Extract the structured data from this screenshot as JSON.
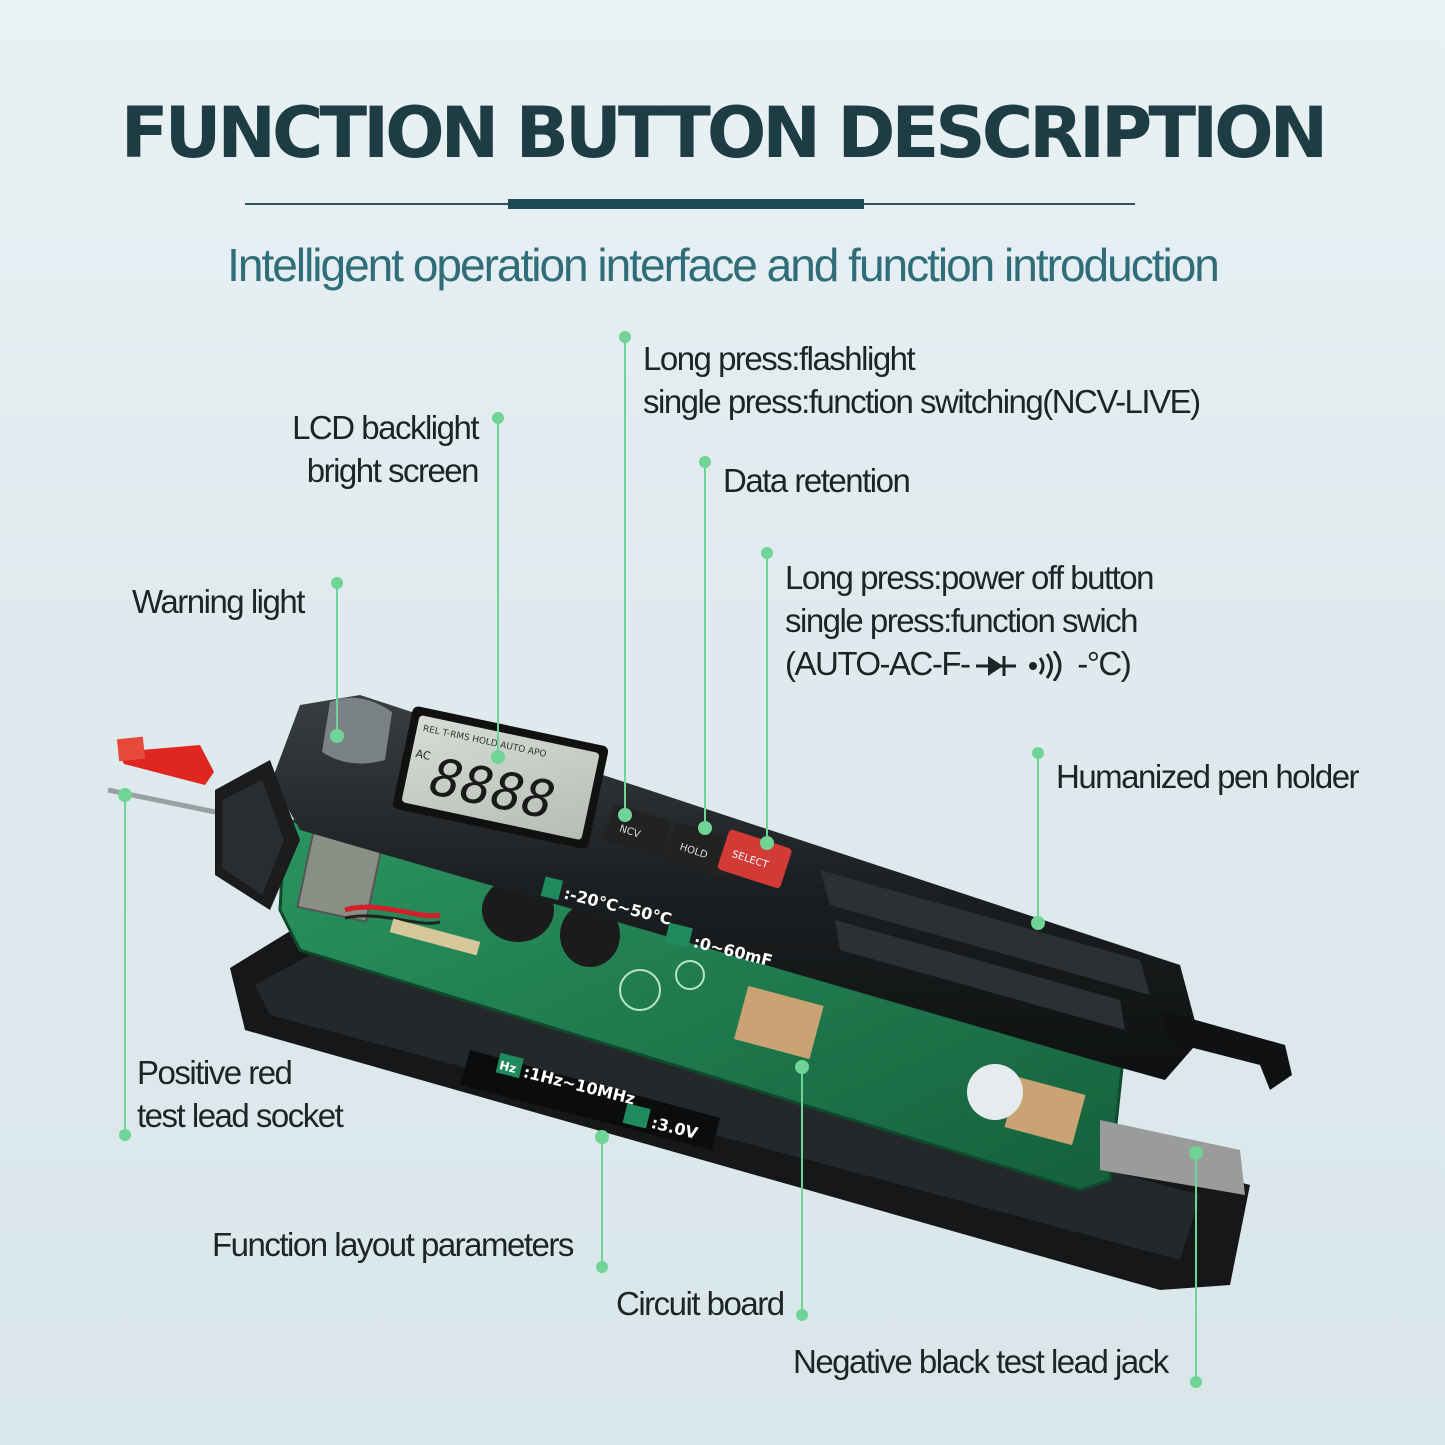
{
  "header": {
    "title": "FUNCTION BUTTON DESCRIPTION",
    "subtitle": "Intelligent operation interface and function introduction"
  },
  "labels": {
    "flashlight": [
      "Long press:flashlight",
      "single press:function switching(NCV-LIVE)"
    ],
    "lcd": [
      "LCD backlight",
      "bright screen"
    ],
    "data_retention": "Data retention",
    "power": [
      "Long press:power off button",
      "single press:function swich"
    ],
    "power_modes_prefix": "(AUTO-AC-F-",
    "power_modes_suffix": " -°C)",
    "warning_light": "Warning light",
    "pen_holder": "Humanized pen holder",
    "positive_socket": [
      "Positive red",
      "test lead socket"
    ],
    "function_layout": "Function layout parameters",
    "circuit_board": "Circuit board",
    "negative_jack": "Negative black test lead jack"
  },
  "device": {
    "buttons": {
      "ncv": "NCV",
      "hold": "HOLD",
      "select": "SELECT"
    },
    "params": {
      "temperature": ":-20°C~50°C",
      "capacitance": ":0~60mF",
      "frequency": ":1Hz~10MHz",
      "diode": ":3.0V",
      "hz_tag": "Hz"
    },
    "lcd_digits": "8888",
    "lcd_indicators": "REL  T-RMS HOLD AUTO APO",
    "lcd_ac": "AC"
  },
  "colors": {
    "accent_green": "#6fd495",
    "title": "#1d3c44",
    "subtitle": "#2f6d79",
    "select_button": "#d23a35",
    "pcb": "#1f7a4e"
  },
  "icons": [
    "thermometer-icon",
    "capacitor-icon",
    "diode-icon",
    "sound-icon"
  ]
}
